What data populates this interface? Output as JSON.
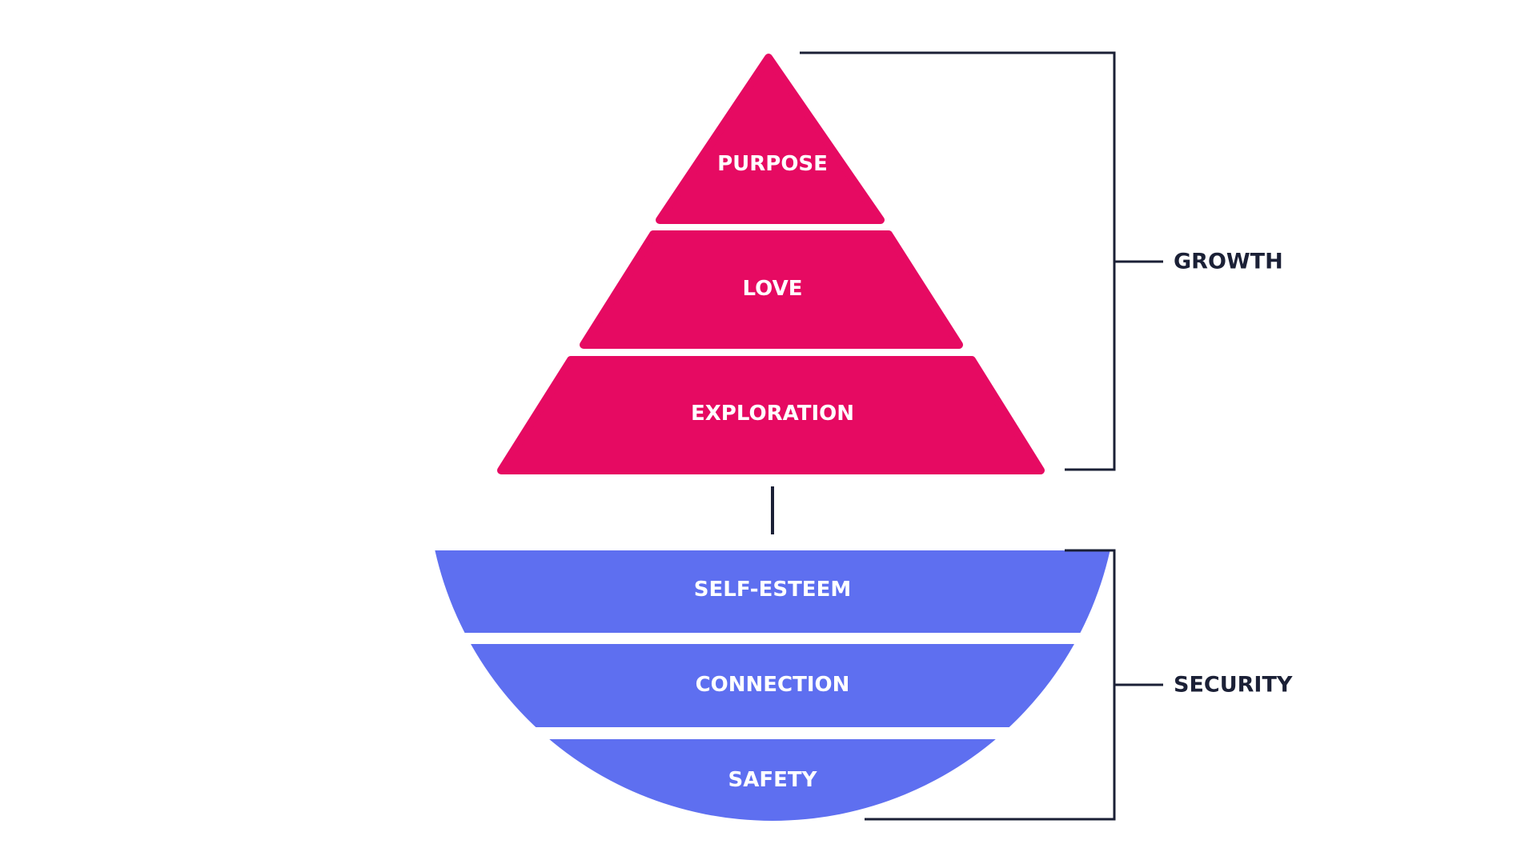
{
  "colors": {
    "growth": "#e60a62",
    "security": "#5e6ff0",
    "ink": "#1b2036"
  },
  "growth": {
    "label": "GROWTH",
    "tiers": [
      {
        "label": "PURPOSE"
      },
      {
        "label": "LOVE"
      },
      {
        "label": "EXPLORATION"
      }
    ]
  },
  "security": {
    "label": "SECURITY",
    "tiers": [
      {
        "label": "SELF-ESTEEM"
      },
      {
        "label": "CONNECTION"
      },
      {
        "label": "SAFETY"
      }
    ]
  }
}
